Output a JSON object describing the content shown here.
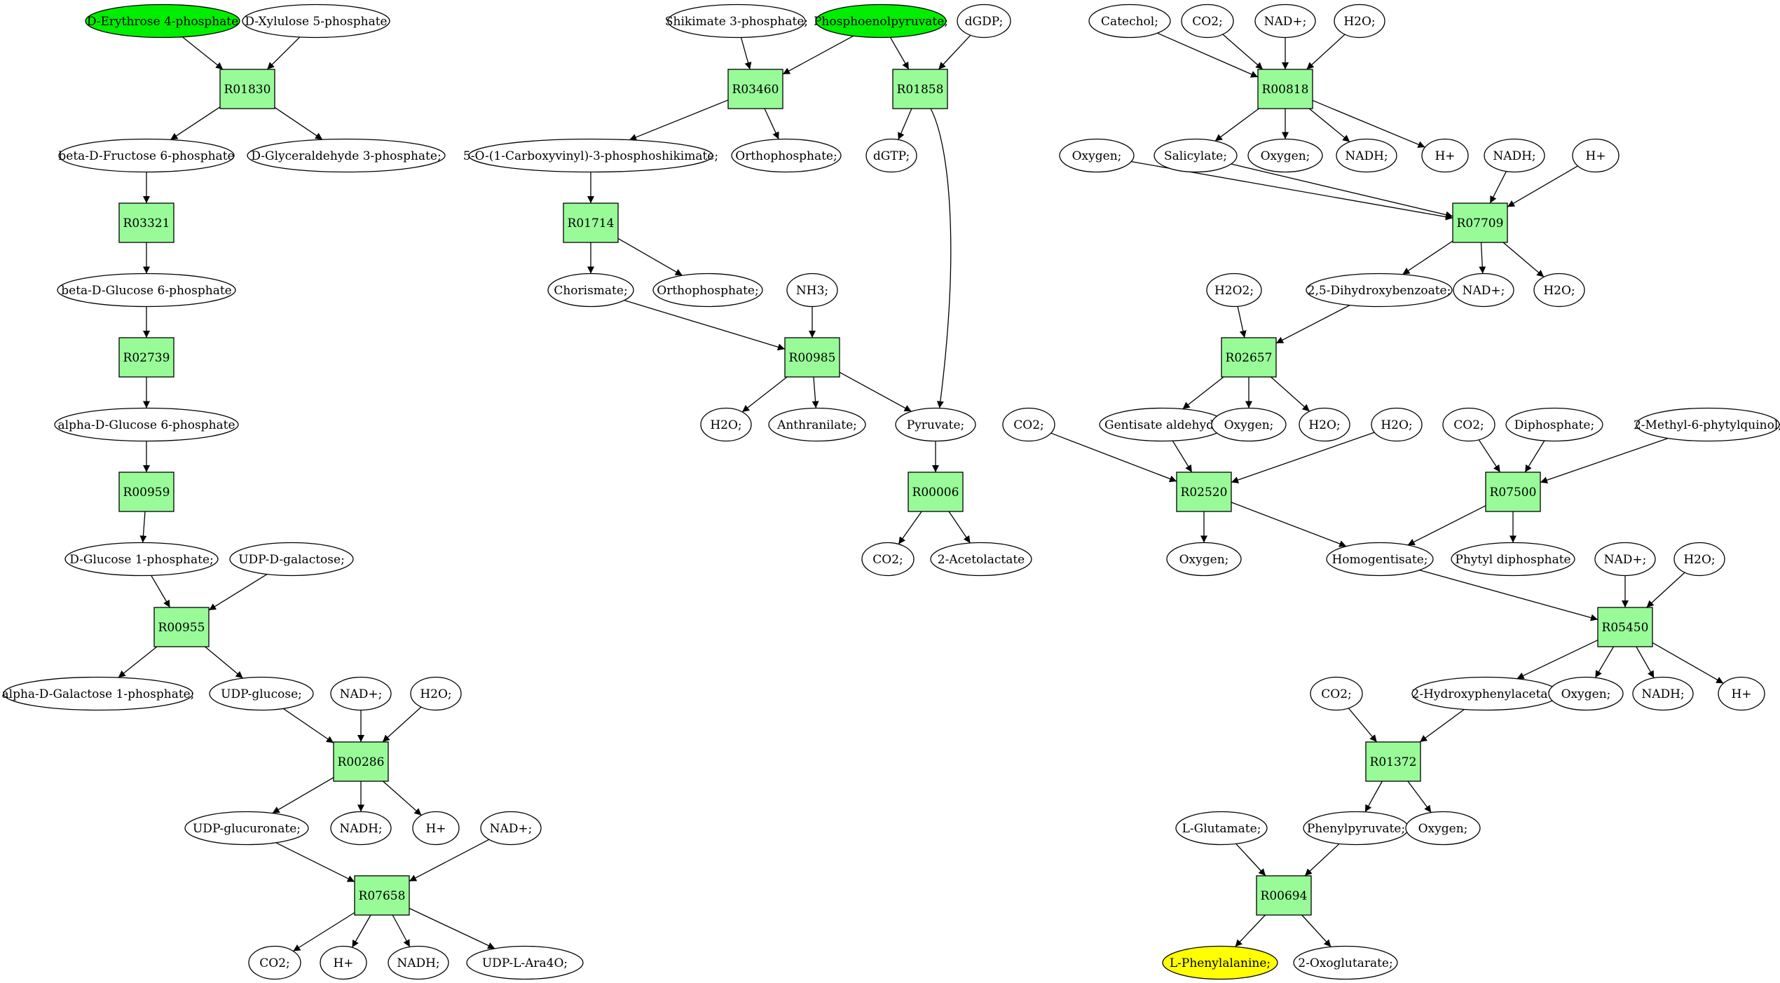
{
  "colors": {
    "background": "#ffffff",
    "reaction_fill": "#98fb98",
    "compound_fill": "#ffffff",
    "start_fill": "#00ee00",
    "target_fill": "#ffff00",
    "stroke": "#000000"
  },
  "nodes": [
    {
      "id": "c_erythrose",
      "label": "D-Erythrose 4-phosphate",
      "kind": "compound",
      "role": "start"
    },
    {
      "id": "c_xylulose",
      "label": "D-Xylulose 5-phosphate",
      "kind": "compound"
    },
    {
      "id": "r_R01830",
      "label": "R01830",
      "kind": "reaction"
    },
    {
      "id": "c_bdfru6p",
      "label": "beta-D-Fructose 6-phosphate",
      "kind": "compound"
    },
    {
      "id": "c_dgap",
      "label": "D-Glyceraldehyde 3-phosphate;",
      "kind": "compound"
    },
    {
      "id": "r_R03321",
      "label": "R03321",
      "kind": "reaction"
    },
    {
      "id": "c_bdglc6p",
      "label": "beta-D-Glucose 6-phosphate",
      "kind": "compound"
    },
    {
      "id": "r_R02739",
      "label": "R02739",
      "kind": "reaction"
    },
    {
      "id": "c_adglc6p",
      "label": "alpha-D-Glucose 6-phosphate",
      "kind": "compound"
    },
    {
      "id": "r_R00959",
      "label": "R00959",
      "kind": "reaction"
    },
    {
      "id": "c_dglc1p",
      "label": "D-Glucose 1-phosphate;",
      "kind": "compound"
    },
    {
      "id": "c_udpgal",
      "label": "UDP-D-galactose;",
      "kind": "compound"
    },
    {
      "id": "r_R00955",
      "label": "R00955",
      "kind": "reaction"
    },
    {
      "id": "c_adgal1p",
      "label": "alpha-D-Galactose 1-phosphate;",
      "kind": "compound"
    },
    {
      "id": "c_udpglc",
      "label": "UDP-glucose;",
      "kind": "compound"
    },
    {
      "id": "c_nadp_1",
      "label": "NAD+;",
      "kind": "compound"
    },
    {
      "id": "c_h2o_1",
      "label": "H2O;",
      "kind": "compound"
    },
    {
      "id": "r_R00286",
      "label": "R00286",
      "kind": "reaction"
    },
    {
      "id": "c_udpglcu",
      "label": "UDP-glucuronate;",
      "kind": "compound"
    },
    {
      "id": "c_nadh_1",
      "label": "NADH;",
      "kind": "compound"
    },
    {
      "id": "c_hplus_1",
      "label": "H+",
      "kind": "compound"
    },
    {
      "id": "c_nadp_2",
      "label": "NAD+;",
      "kind": "compound"
    },
    {
      "id": "r_R07658",
      "label": "R07658",
      "kind": "reaction"
    },
    {
      "id": "c_co2_1",
      "label": "CO2;",
      "kind": "compound"
    },
    {
      "id": "c_hplus_2",
      "label": "H+",
      "kind": "compound"
    },
    {
      "id": "c_nadh_2",
      "label": "NADH;",
      "kind": "compound"
    },
    {
      "id": "c_udpara",
      "label": "UDP-L-Ara4O;",
      "kind": "compound"
    },
    {
      "id": "c_shik3p",
      "label": "Shikimate 3-phosphate;",
      "kind": "compound"
    },
    {
      "id": "c_pep",
      "label": "Phosphoenolpyruvate;",
      "kind": "compound",
      "role": "start"
    },
    {
      "id": "c_dgdp",
      "label": "dGDP;",
      "kind": "compound"
    },
    {
      "id": "r_R03460",
      "label": "R03460",
      "kind": "reaction"
    },
    {
      "id": "r_R01858",
      "label": "R01858",
      "kind": "reaction"
    },
    {
      "id": "c_epsp",
      "label": "5-O-(1-Carboxyvinyl)-3-phosphoshikimate;",
      "kind": "compound"
    },
    {
      "id": "c_pi_1",
      "label": "Orthophosphate;",
      "kind": "compound"
    },
    {
      "id": "c_dgtp",
      "label": "dGTP;",
      "kind": "compound"
    },
    {
      "id": "r_R01714",
      "label": "R01714",
      "kind": "reaction"
    },
    {
      "id": "c_chor",
      "label": "Chorismate;",
      "kind": "compound"
    },
    {
      "id": "c_pi_2",
      "label": "Orthophosphate;",
      "kind": "compound"
    },
    {
      "id": "c_nh3",
      "label": "NH3;",
      "kind": "compound"
    },
    {
      "id": "r_R00985",
      "label": "R00985",
      "kind": "reaction"
    },
    {
      "id": "c_h2o_2",
      "label": "H2O;",
      "kind": "compound"
    },
    {
      "id": "c_anth",
      "label": "Anthranilate;",
      "kind": "compound"
    },
    {
      "id": "c_pyr",
      "label": "Pyruvate;",
      "kind": "compound"
    },
    {
      "id": "r_R00006",
      "label": "R00006",
      "kind": "reaction"
    },
    {
      "id": "c_co2_2",
      "label": "CO2;",
      "kind": "compound"
    },
    {
      "id": "c_acetol",
      "label": "2-Acetolactate",
      "kind": "compound"
    },
    {
      "id": "c_catechol",
      "label": "Catechol;",
      "kind": "compound"
    },
    {
      "id": "c_co2_3",
      "label": "CO2;",
      "kind": "compound"
    },
    {
      "id": "c_nadp_3",
      "label": "NAD+;",
      "kind": "compound"
    },
    {
      "id": "c_h2o_3",
      "label": "H2O;",
      "kind": "compound"
    },
    {
      "id": "r_R00818",
      "label": "R00818",
      "kind": "reaction"
    },
    {
      "id": "c_oxy_1",
      "label": "Oxygen;",
      "kind": "compound"
    },
    {
      "id": "c_salicyl",
      "label": "Salicylate;",
      "kind": "compound"
    },
    {
      "id": "c_oxy_2",
      "label": "Oxygen;",
      "kind": "compound"
    },
    {
      "id": "c_nadh_3",
      "label": "NADH;",
      "kind": "compound"
    },
    {
      "id": "c_hplus_3",
      "label": "H+",
      "kind": "compound"
    },
    {
      "id": "c_nadh_4",
      "label": "NADH;",
      "kind": "compound"
    },
    {
      "id": "c_hplus_4",
      "label": "H+",
      "kind": "compound"
    },
    {
      "id": "r_R07709",
      "label": "R07709",
      "kind": "reaction"
    },
    {
      "id": "c_h2o2",
      "label": "H2O2;",
      "kind": "compound"
    },
    {
      "id": "c_dhb",
      "label": "2,5-Dihydroxybenzoate;",
      "kind": "compound"
    },
    {
      "id": "c_nadp_4",
      "label": "NAD+;",
      "kind": "compound"
    },
    {
      "id": "c_h2o_4",
      "label": "H2O;",
      "kind": "compound"
    },
    {
      "id": "r_R02657",
      "label": "R02657",
      "kind": "reaction"
    },
    {
      "id": "c_co2_4",
      "label": "CO2;",
      "kind": "compound"
    },
    {
      "id": "c_gentald",
      "label": "Gentisate aldehyde",
      "kind": "compound"
    },
    {
      "id": "c_oxy_3",
      "label": "Oxygen;",
      "kind": "compound"
    },
    {
      "id": "c_h2o_5",
      "label": "H2O;",
      "kind": "compound"
    },
    {
      "id": "c_h2o_6",
      "label": "H2O;",
      "kind": "compound"
    },
    {
      "id": "c_co2_5",
      "label": "CO2;",
      "kind": "compound"
    },
    {
      "id": "c_ppi",
      "label": "Diphosphate;",
      "kind": "compound"
    },
    {
      "id": "c_mpq",
      "label": "2-Methyl-6-phytylquinol;",
      "kind": "compound"
    },
    {
      "id": "r_R02520",
      "label": "R02520",
      "kind": "reaction"
    },
    {
      "id": "r_R07500",
      "label": "R07500",
      "kind": "reaction"
    },
    {
      "id": "c_oxy_4",
      "label": "Oxygen;",
      "kind": "compound"
    },
    {
      "id": "c_homog",
      "label": "Homogentisate;",
      "kind": "compound"
    },
    {
      "id": "c_phytylpp",
      "label": "Phytyl diphosphate",
      "kind": "compound"
    },
    {
      "id": "c_nadp_5",
      "label": "NAD+;",
      "kind": "compound"
    },
    {
      "id": "c_h2o_7",
      "label": "H2O;",
      "kind": "compound"
    },
    {
      "id": "r_R05450",
      "label": "R05450",
      "kind": "reaction"
    },
    {
      "id": "c_co2_6",
      "label": "CO2;",
      "kind": "compound"
    },
    {
      "id": "c_2hpa",
      "label": "2-Hydroxyphenylacetate",
      "kind": "compound"
    },
    {
      "id": "c_oxy_5",
      "label": "Oxygen;",
      "kind": "compound"
    },
    {
      "id": "c_nadh_5",
      "label": "NADH;",
      "kind": "compound"
    },
    {
      "id": "c_hplus_5",
      "label": "H+",
      "kind": "compound"
    },
    {
      "id": "r_R01372",
      "label": "R01372",
      "kind": "reaction"
    },
    {
      "id": "c_glu",
      "label": "L-Glutamate;",
      "kind": "compound"
    },
    {
      "id": "c_phpyr",
      "label": "Phenylpyruvate;",
      "kind": "compound"
    },
    {
      "id": "c_oxy_6",
      "label": "Oxygen;",
      "kind": "compound"
    },
    {
      "id": "r_R00694",
      "label": "R00694",
      "kind": "reaction"
    },
    {
      "id": "c_phe",
      "label": "L-Phenylalanine;",
      "kind": "compound",
      "role": "target"
    },
    {
      "id": "c_2og",
      "label": "2-Oxoglutarate;",
      "kind": "compound"
    }
  ],
  "edges": [
    [
      "c_erythrose",
      "r_R01830"
    ],
    [
      "c_xylulose",
      "r_R01830"
    ],
    [
      "r_R01830",
      "c_bdfru6p"
    ],
    [
      "r_R01830",
      "c_dgap"
    ],
    [
      "c_bdfru6p",
      "r_R03321"
    ],
    [
      "r_R03321",
      "c_bdglc6p"
    ],
    [
      "c_bdglc6p",
      "r_R02739"
    ],
    [
      "r_R02739",
      "c_adglc6p"
    ],
    [
      "c_adglc6p",
      "r_R00959"
    ],
    [
      "r_R00959",
      "c_dglc1p"
    ],
    [
      "c_dglc1p",
      "r_R00955"
    ],
    [
      "c_udpgal",
      "r_R00955"
    ],
    [
      "r_R00955",
      "c_adgal1p"
    ],
    [
      "r_R00955",
      "c_udpglc"
    ],
    [
      "c_udpglc",
      "r_R00286"
    ],
    [
      "c_nadp_1",
      "r_R00286"
    ],
    [
      "c_h2o_1",
      "r_R00286"
    ],
    [
      "r_R00286",
      "c_udpglcu"
    ],
    [
      "r_R00286",
      "c_nadh_1"
    ],
    [
      "r_R00286",
      "c_hplus_1"
    ],
    [
      "c_udpglcu",
      "r_R07658"
    ],
    [
      "c_nadp_2",
      "r_R07658"
    ],
    [
      "r_R07658",
      "c_co2_1"
    ],
    [
      "r_R07658",
      "c_hplus_2"
    ],
    [
      "r_R07658",
      "c_nadh_2"
    ],
    [
      "r_R07658",
      "c_udpara"
    ],
    [
      "c_shik3p",
      "r_R03460"
    ],
    [
      "c_pep",
      "r_R03460"
    ],
    [
      "c_pep",
      "r_R01858"
    ],
    [
      "c_dgdp",
      "r_R01858"
    ],
    [
      "r_R03460",
      "c_epsp"
    ],
    [
      "r_R03460",
      "c_pi_1"
    ],
    [
      "r_R01858",
      "c_dgtp"
    ],
    [
      "r_R01858",
      "c_pyr"
    ],
    [
      "c_epsp",
      "r_R01714"
    ],
    [
      "r_R01714",
      "c_chor"
    ],
    [
      "r_R01714",
      "c_pi_2"
    ],
    [
      "c_chor",
      "r_R00985"
    ],
    [
      "c_nh3",
      "r_R00985"
    ],
    [
      "r_R00985",
      "c_h2o_2"
    ],
    [
      "r_R00985",
      "c_anth"
    ],
    [
      "r_R00985",
      "c_pyr"
    ],
    [
      "c_pyr",
      "r_R00006"
    ],
    [
      "r_R00006",
      "c_co2_2"
    ],
    [
      "r_R00006",
      "c_acetol"
    ],
    [
      "c_catechol",
      "r_R00818"
    ],
    [
      "c_co2_3",
      "r_R00818"
    ],
    [
      "c_nadp_3",
      "r_R00818"
    ],
    [
      "c_h2o_3",
      "r_R00818"
    ],
    [
      "r_R00818",
      "c_salicyl"
    ],
    [
      "r_R00818",
      "c_oxy_2"
    ],
    [
      "r_R00818",
      "c_nadh_3"
    ],
    [
      "r_R00818",
      "c_hplus_3"
    ],
    [
      "c_oxy_1",
      "r_R07709"
    ],
    [
      "c_salicyl",
      "r_R07709"
    ],
    [
      "c_nadh_4",
      "r_R07709"
    ],
    [
      "c_hplus_4",
      "r_R07709"
    ],
    [
      "r_R07709",
      "c_dhb"
    ],
    [
      "r_R07709",
      "c_nadp_4"
    ],
    [
      "r_R07709",
      "c_h2o_4"
    ],
    [
      "c_h2o2",
      "r_R02657"
    ],
    [
      "c_dhb",
      "r_R02657"
    ],
    [
      "r_R02657",
      "c_gentald"
    ],
    [
      "r_R02657",
      "c_oxy_3"
    ],
    [
      "r_R02657",
      "c_h2o_5"
    ],
    [
      "c_co2_4",
      "r_R02520"
    ],
    [
      "c_gentald",
      "r_R02520"
    ],
    [
      "c_h2o_6",
      "r_R02520"
    ],
    [
      "r_R02520",
      "c_oxy_4"
    ],
    [
      "r_R02520",
      "c_homog"
    ],
    [
      "c_co2_5",
      "r_R07500"
    ],
    [
      "c_ppi",
      "r_R07500"
    ],
    [
      "c_mpq",
      "r_R07500"
    ],
    [
      "r_R07500",
      "c_homog"
    ],
    [
      "r_R07500",
      "c_phytylpp"
    ],
    [
      "c_homog",
      "r_R05450"
    ],
    [
      "c_nadp_5",
      "r_R05450"
    ],
    [
      "c_h2o_7",
      "r_R05450"
    ],
    [
      "r_R05450",
      "c_2hpa"
    ],
    [
      "r_R05450",
      "c_oxy_5"
    ],
    [
      "r_R05450",
      "c_nadh_5"
    ],
    [
      "r_R05450",
      "c_hplus_5"
    ],
    [
      "c_co2_6",
      "r_R01372"
    ],
    [
      "c_2hpa",
      "r_R01372"
    ],
    [
      "r_R01372",
      "c_phpyr"
    ],
    [
      "r_R01372",
      "c_oxy_6"
    ],
    [
      "c_glu",
      "r_R00694"
    ],
    [
      "c_phpyr",
      "r_R00694"
    ],
    [
      "r_R00694",
      "c_phe"
    ],
    [
      "r_R00694",
      "c_2og"
    ]
  ]
}
